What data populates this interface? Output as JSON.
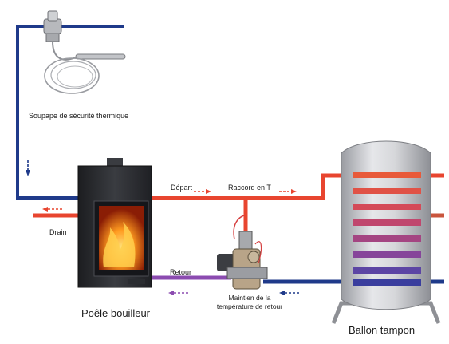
{
  "labels": {
    "valve": "Soupape de sécurité thermique",
    "depart": "Départ",
    "tee": "Raccord en T",
    "drain": "Drain",
    "retour": "Retour",
    "maintain_line1": "Maintien de la",
    "maintain_line2": "température de retour",
    "stove": "Poêle bouilleur",
    "tank": "Ballon tampon"
  },
  "colors": {
    "hot": "#e8452f",
    "cold": "#1f3a8a",
    "stove_body": "#2a2c30",
    "tank_body": "#d2d3d6"
  },
  "icons": [
    "thermal-safety-valve-icon",
    "fire-icon",
    "valve-assembly-icon",
    "flow-arrow-icon"
  ]
}
